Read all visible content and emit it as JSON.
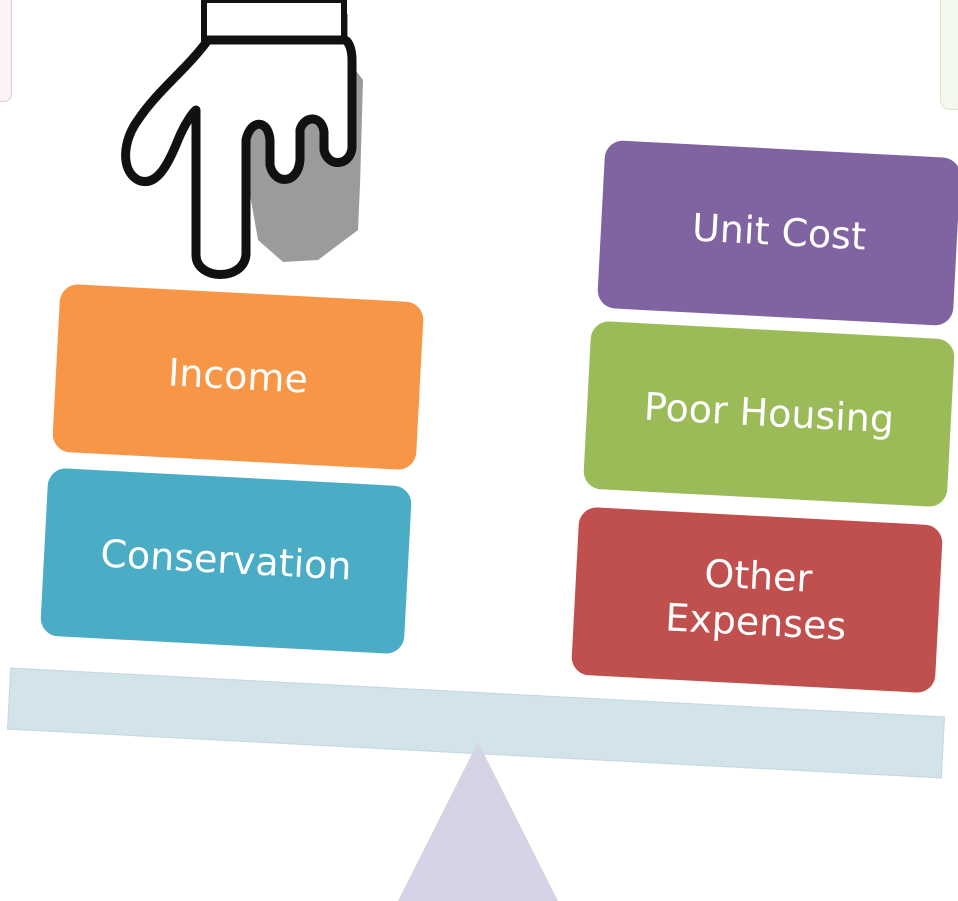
{
  "left_pan": {
    "blocks": [
      {
        "label": "Income",
        "color": "#f79646"
      },
      {
        "label": "Conservation",
        "color": "#4bacc6"
      }
    ]
  },
  "right_pan": {
    "blocks": [
      {
        "label": "Unit Cost",
        "color": "#8064a2"
      },
      {
        "label": "Poor Housing",
        "color": "#9bbb59"
      },
      {
        "label": "Other Expenses",
        "color": "#c0504d"
      }
    ]
  },
  "icons": {
    "hand": "pointing-hand-icon"
  },
  "colors": {
    "beam": "#d3e3ea",
    "fulcrum": "#d7d3e6"
  }
}
